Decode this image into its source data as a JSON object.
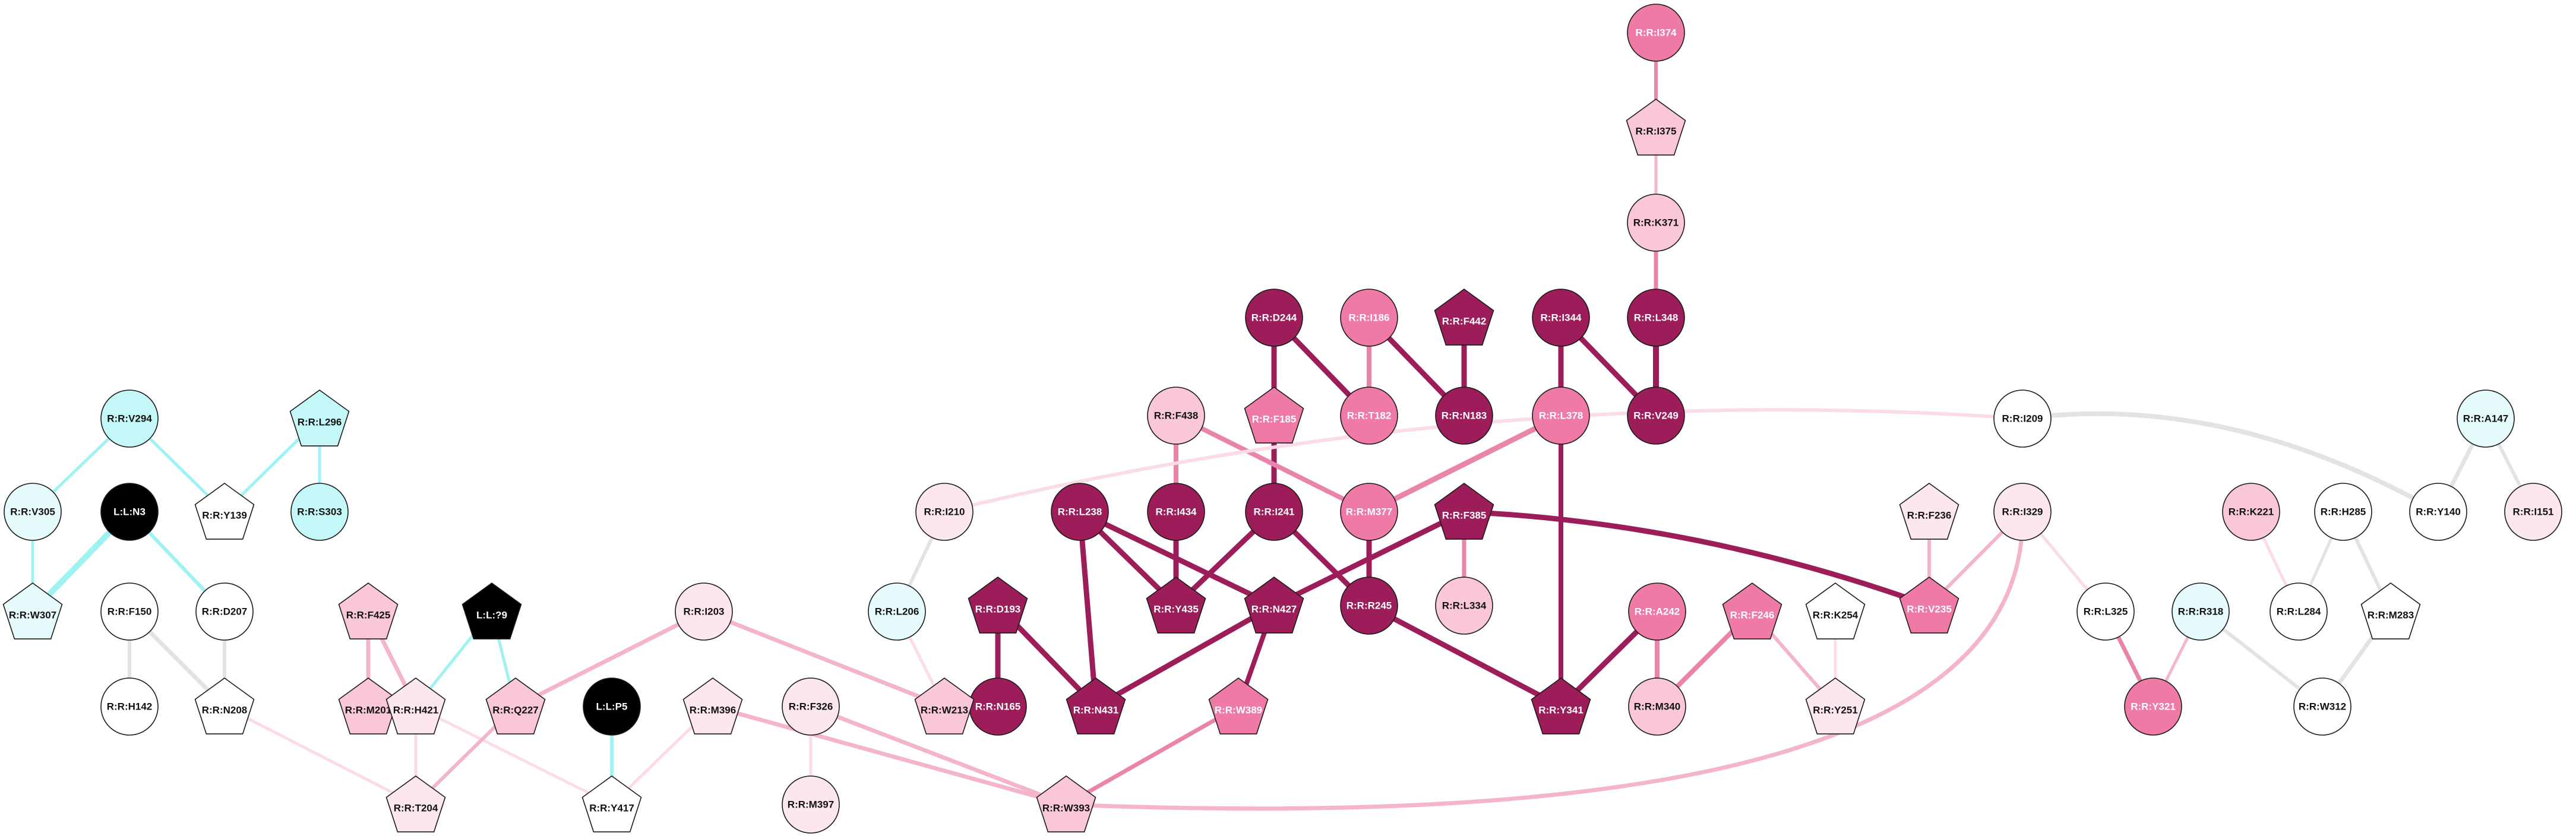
{
  "colors": {
    "white": "#ffffff",
    "black": "#000000",
    "cyan_light": "#e6fbfb",
    "cyan": "#c4f8f8",
    "pink_faint": "#fde7ef",
    "pink_light": "#f9c6da",
    "pink_mid": "#f07aa6",
    "magenta_dark": "#9c1d5a",
    "edge_gray": "#e3e3e3",
    "edge_cyan": "#9ff2f2",
    "edge_pink_faint": "#fbdbe6",
    "edge_pink": "#f4b5cc",
    "edge_pink_mid": "#ea84aa",
    "edge_magenta": "#9c1d5a"
  },
  "nodes": [
    {
      "id": "R:R:I374",
      "shape": "circle",
      "fill": "pink_mid"
    },
    {
      "id": "R:R:I375",
      "shape": "pentagon",
      "fill": "pink_light"
    },
    {
      "id": "R:R:K371",
      "shape": "circle",
      "fill": "pink_light"
    },
    {
      "id": "R:R:L348",
      "shape": "circle",
      "fill": "magenta_dark"
    },
    {
      "id": "R:R:V249",
      "shape": "circle",
      "fill": "magenta_dark"
    },
    {
      "id": "R:R:I344",
      "shape": "circle",
      "fill": "magenta_dark"
    },
    {
      "id": "R:R:L378",
      "shape": "circle",
      "fill": "pink_mid"
    },
    {
      "id": "R:R:F442",
      "shape": "pentagon",
      "fill": "magenta_dark"
    },
    {
      "id": "R:R:N183",
      "shape": "circle",
      "fill": "magenta_dark"
    },
    {
      "id": "R:R:I186",
      "shape": "circle",
      "fill": "pink_mid"
    },
    {
      "id": "R:R:T182",
      "shape": "circle",
      "fill": "pink_mid"
    },
    {
      "id": "R:R:D244",
      "shape": "circle",
      "fill": "magenta_dark"
    },
    {
      "id": "R:R:F185",
      "shape": "pentagon",
      "fill": "pink_mid"
    },
    {
      "id": "R:R:F438",
      "shape": "circle",
      "fill": "pink_light"
    },
    {
      "id": "R:R:I434",
      "shape": "circle",
      "fill": "magenta_dark"
    },
    {
      "id": "R:R:I241",
      "shape": "circle",
      "fill": "magenta_dark"
    },
    {
      "id": "R:R:M377",
      "shape": "circle",
      "fill": "pink_mid"
    },
    {
      "id": "R:R:L238",
      "shape": "circle",
      "fill": "magenta_dark"
    },
    {
      "id": "R:R:Y435",
      "shape": "pentagon",
      "fill": "magenta_dark"
    },
    {
      "id": "R:R:N427",
      "shape": "pentagon",
      "fill": "magenta_dark"
    },
    {
      "id": "R:R:R245",
      "shape": "circle",
      "fill": "magenta_dark"
    },
    {
      "id": "R:R:F385",
      "shape": "pentagon",
      "fill": "magenta_dark"
    },
    {
      "id": "R:R:L334",
      "shape": "circle",
      "fill": "pink_light"
    },
    {
      "id": "R:R:D193",
      "shape": "pentagon",
      "fill": "magenta_dark"
    },
    {
      "id": "R:R:N165",
      "shape": "circle",
      "fill": "magenta_dark"
    },
    {
      "id": "R:R:N431",
      "shape": "pentagon",
      "fill": "magenta_dark"
    },
    {
      "id": "R:R:W389",
      "shape": "pentagon",
      "fill": "pink_mid"
    },
    {
      "id": "R:R:W393",
      "shape": "pentagon",
      "fill": "pink_light"
    },
    {
      "id": "R:R:A242",
      "shape": "circle",
      "fill": "pink_mid"
    },
    {
      "id": "R:R:M340",
      "shape": "circle",
      "fill": "pink_light"
    },
    {
      "id": "R:R:Y341",
      "shape": "pentagon",
      "fill": "magenta_dark"
    },
    {
      "id": "R:R:F246",
      "shape": "pentagon",
      "fill": "pink_mid"
    },
    {
      "id": "R:R:Y251",
      "shape": "pentagon",
      "fill": "pink_faint"
    },
    {
      "id": "R:R:K254",
      "shape": "pentagon",
      "fill": "white"
    },
    {
      "id": "R:R:F236",
      "shape": "pentagon",
      "fill": "pink_faint"
    },
    {
      "id": "R:R:V235",
      "shape": "pentagon",
      "fill": "pink_mid"
    },
    {
      "id": "R:R:I329",
      "shape": "circle",
      "fill": "pink_faint"
    },
    {
      "id": "R:R:I209",
      "shape": "circle",
      "fill": "white"
    },
    {
      "id": "R:R:I210",
      "shape": "circle",
      "fill": "pink_faint"
    },
    {
      "id": "R:R:L206",
      "shape": "circle",
      "fill": "cyan_light"
    },
    {
      "id": "R:R:W213",
      "shape": "pentagon",
      "fill": "pink_light"
    },
    {
      "id": "R:R:L325",
      "shape": "circle",
      "fill": "white"
    },
    {
      "id": "R:R:Y321",
      "shape": "circle",
      "fill": "pink_mid"
    },
    {
      "id": "R:R:R318",
      "shape": "circle",
      "fill": "cyan_light"
    },
    {
      "id": "R:R:W312",
      "shape": "circle",
      "fill": "white"
    },
    {
      "id": "R:R:K221",
      "shape": "circle",
      "fill": "pink_light"
    },
    {
      "id": "R:R:H285",
      "shape": "circle",
      "fill": "white"
    },
    {
      "id": "R:R:L284",
      "shape": "circle",
      "fill": "white"
    },
    {
      "id": "R:R:M283",
      "shape": "pentagon",
      "fill": "white"
    },
    {
      "id": "R:R:A147",
      "shape": "circle",
      "fill": "cyan_light"
    },
    {
      "id": "R:R:Y140",
      "shape": "circle",
      "fill": "white"
    },
    {
      "id": "R:R:I151",
      "shape": "circle",
      "fill": "pink_faint"
    },
    {
      "id": "R:R:V294",
      "shape": "circle",
      "fill": "cyan"
    },
    {
      "id": "R:R:V305",
      "shape": "circle",
      "fill": "cyan_light"
    },
    {
      "id": "R:R:W307",
      "shape": "pentagon",
      "fill": "cyan_light"
    },
    {
      "id": "L:L:N3",
      "shape": "circle",
      "fill": "black"
    },
    {
      "id": "R:R:L296",
      "shape": "pentagon",
      "fill": "cyan"
    },
    {
      "id": "R:R:Y139",
      "shape": "pentagon",
      "fill": "white"
    },
    {
      "id": "R:R:S303",
      "shape": "circle",
      "fill": "cyan"
    },
    {
      "id": "R:R:F150",
      "shape": "circle",
      "fill": "white"
    },
    {
      "id": "R:R:H142",
      "shape": "circle",
      "fill": "white"
    },
    {
      "id": "R:R:D207",
      "shape": "circle",
      "fill": "white"
    },
    {
      "id": "R:R:N208",
      "shape": "pentagon",
      "fill": "white"
    },
    {
      "id": "R:R:F425",
      "shape": "pentagon",
      "fill": "pink_light"
    },
    {
      "id": "R:R:M201",
      "shape": "pentagon",
      "fill": "pink_light"
    },
    {
      "id": "R:R:H421",
      "shape": "pentagon",
      "fill": "pink_faint"
    },
    {
      "id": "L:L:?9",
      "shape": "pentagon",
      "fill": "black"
    },
    {
      "id": "R:R:Q227",
      "shape": "pentagon",
      "fill": "pink_light"
    },
    {
      "id": "R:R:T204",
      "shape": "pentagon",
      "fill": "pink_faint"
    },
    {
      "id": "R:R:I203",
      "shape": "circle",
      "fill": "pink_faint"
    },
    {
      "id": "L:L:P5",
      "shape": "circle",
      "fill": "black"
    },
    {
      "id": "R:R:Y417",
      "shape": "pentagon",
      "fill": "white"
    },
    {
      "id": "R:R:M396",
      "shape": "pentagon",
      "fill": "pink_faint"
    },
    {
      "id": "R:R:F326",
      "shape": "circle",
      "fill": "pink_faint"
    },
    {
      "id": "R:R:M397",
      "shape": "circle",
      "fill": "pink_faint"
    }
  ],
  "edges": [
    [
      "R:R:I374",
      "R:R:I375",
      "edge_pink_mid",
      6
    ],
    [
      "R:R:I375",
      "R:R:K371",
      "edge_pink",
      5
    ],
    [
      "R:R:K371",
      "R:R:L348",
      "edge_pink_mid",
      7
    ],
    [
      "R:R:L348",
      "R:R:V249",
      "edge_magenta",
      10
    ],
    [
      "R:R:I344",
      "R:R:V249",
      "edge_magenta",
      9
    ],
    [
      "R:R:I344",
      "R:R:L378",
      "edge_magenta",
      9
    ],
    [
      "R:R:L378",
      "R:R:M377",
      "edge_pink_mid",
      9
    ],
    [
      "R:R:L378",
      "R:R:Y341",
      "edge_magenta",
      8
    ],
    [
      "R:R:F442",
      "R:R:N183",
      "edge_magenta",
      9
    ],
    [
      "R:R:I186",
      "R:R:N183",
      "edge_magenta",
      9
    ],
    [
      "R:R:I186",
      "R:R:T182",
      "edge_pink_mid",
      8
    ],
    [
      "R:R:D244",
      "R:R:T182",
      "edge_magenta",
      9
    ],
    [
      "R:R:D244",
      "R:R:F185",
      "edge_magenta",
      9
    ],
    [
      "R:R:F185",
      "R:R:I241",
      "edge_magenta",
      9
    ],
    [
      "R:R:F438",
      "R:R:I434",
      "edge_pink_mid",
      8
    ],
    [
      "R:R:F438",
      "R:R:M377",
      "edge_pink_mid",
      8
    ],
    [
      "R:R:I434",
      "R:R:Y435",
      "edge_magenta",
      9
    ],
    [
      "R:R:I241",
      "R:R:Y435",
      "edge_magenta",
      9
    ],
    [
      "R:R:I241",
      "R:R:R245",
      "edge_magenta",
      9
    ],
    [
      "R:R:L238",
      "R:R:Y435",
      "edge_magenta",
      9
    ],
    [
      "R:R:L238",
      "R:R:N427",
      "edge_magenta",
      9
    ],
    [
      "R:R:L238",
      "R:R:N431",
      "edge_magenta",
      9
    ],
    [
      "R:R:M377",
      "R:R:R245",
      "edge_magenta",
      9
    ],
    [
      "R:R:F385",
      "R:R:N427",
      "edge_magenta",
      9
    ],
    [
      "R:R:F385",
      "R:R:V235",
      "edge_magenta",
      9
    ],
    [
      "R:R:F385",
      "R:R:L334",
      "edge_pink_mid",
      7
    ],
    [
      "R:R:R245",
      "R:R:Y341",
      "edge_magenta",
      9
    ],
    [
      "R:R:D193",
      "R:R:N165",
      "edge_magenta",
      9
    ],
    [
      "R:R:D193",
      "R:R:N431",
      "edge_magenta",
      9
    ],
    [
      "R:R:N427",
      "R:R:N431",
      "edge_magenta",
      9
    ],
    [
      "R:R:N427",
      "R:R:W389",
      "edge_magenta",
      8
    ],
    [
      "R:R:W389",
      "R:R:W393",
      "edge_pink_mid",
      7
    ],
    [
      "R:R:A242",
      "R:R:Y341",
      "edge_magenta",
      9
    ],
    [
      "R:R:A242",
      "R:R:M340",
      "edge_pink_mid",
      8
    ],
    [
      "R:R:F246",
      "R:R:M340",
      "edge_pink_mid",
      8
    ],
    [
      "R:R:F246",
      "R:R:Y251",
      "edge_pink",
      6
    ],
    [
      "R:R:K254",
      "R:R:Y251",
      "edge_pink_faint",
      5
    ],
    [
      "R:R:F236",
      "R:R:V235",
      "edge_pink",
      6
    ],
    [
      "R:R:I329",
      "R:R:V235",
      "edge_pink",
      6
    ],
    [
      "R:R:I329",
      "R:R:L325",
      "edge_pink_faint",
      5
    ],
    [
      "R:R:L325",
      "R:R:Y321",
      "edge_pink_mid",
      7
    ],
    [
      "R:R:R318",
      "R:R:Y321",
      "edge_pink",
      5
    ],
    [
      "R:R:R318",
      "R:R:W312",
      "edge_gray",
      6
    ],
    [
      "R:R:M283",
      "R:R:W312",
      "edge_gray",
      7
    ],
    [
      "R:R:H285",
      "R:R:M283",
      "edge_gray",
      6
    ],
    [
      "R:R:H285",
      "R:R:L284",
      "edge_gray",
      5
    ],
    [
      "R:R:K221",
      "R:R:L284",
      "edge_pink_faint",
      5
    ],
    [
      "R:R:A147",
      "R:R:Y140",
      "edge_gray",
      7
    ],
    [
      "R:R:A147",
      "R:R:I151",
      "edge_gray",
      6
    ],
    [
      "R:R:I209",
      "R:R:Y140",
      "edge_gray",
      8
    ],
    [
      "R:R:I209",
      "R:R:I210",
      "edge_pink_faint",
      6
    ],
    [
      "R:R:I210",
      "R:R:L206",
      "edge_gray",
      6
    ],
    [
      "R:R:L206",
      "R:R:W213",
      "edge_pink_faint",
      5
    ],
    [
      "R:R:I203",
      "R:R:W213",
      "edge_pink",
      7
    ],
    [
      "R:R:I203",
      "R:R:Q227",
      "edge_pink",
      7
    ],
    [
      "R:R:V294",
      "R:R:V305",
      "edge_cyan",
      5
    ],
    [
      "R:R:V294",
      "R:R:Y139",
      "edge_cyan",
      5
    ],
    [
      "R:R:V305",
      "R:R:W307",
      "edge_cyan",
      5
    ],
    [
      "L:L:N3",
      "R:R:W307",
      "edge_cyan",
      10
    ],
    [
      "L:L:N3",
      "R:R:D207",
      "edge_cyan",
      6
    ],
    [
      "R:R:L296",
      "R:R:Y139",
      "edge_cyan",
      5
    ],
    [
      "R:R:L296",
      "R:R:S303",
      "edge_cyan",
      5
    ],
    [
      "R:R:F150",
      "R:R:H142",
      "edge_gray",
      6
    ],
    [
      "R:R:F150",
      "R:R:N208",
      "edge_gray",
      7
    ],
    [
      "R:R:D207",
      "R:R:N208",
      "edge_gray",
      6
    ],
    [
      "R:R:N208",
      "R:R:T204",
      "edge_pink_faint",
      5
    ],
    [
      "R:R:F425",
      "R:R:M201",
      "edge_pink",
      7
    ],
    [
      "R:R:F425",
      "R:R:H421",
      "edge_pink",
      7
    ],
    [
      "R:R:H421",
      "R:R:T204",
      "edge_pink_faint",
      5
    ],
    [
      "R:R:H421",
      "R:R:Y417",
      "edge_pink_faint",
      5
    ],
    [
      "L:L:?9",
      "R:R:H421",
      "edge_cyan",
      5
    ],
    [
      "L:L:?9",
      "R:R:Q227",
      "edge_cyan",
      5
    ],
    [
      "R:R:Q227",
      "R:R:T204",
      "edge_pink",
      6
    ],
    [
      "L:L:P5",
      "R:R:Y417",
      "edge_cyan",
      6
    ],
    [
      "R:R:M396",
      "R:R:Y417",
      "edge_pink_faint",
      5
    ],
    [
      "R:R:M396",
      "R:R:W393",
      "edge_pink",
      7
    ],
    [
      "R:R:F326",
      "R:R:W393",
      "edge_pink",
      7
    ],
    [
      "R:R:F326",
      "R:R:M397",
      "edge_pink_faint",
      5
    ],
    [
      "R:R:I329",
      "R:R:W393",
      "edge_pink",
      7
    ]
  ]
}
